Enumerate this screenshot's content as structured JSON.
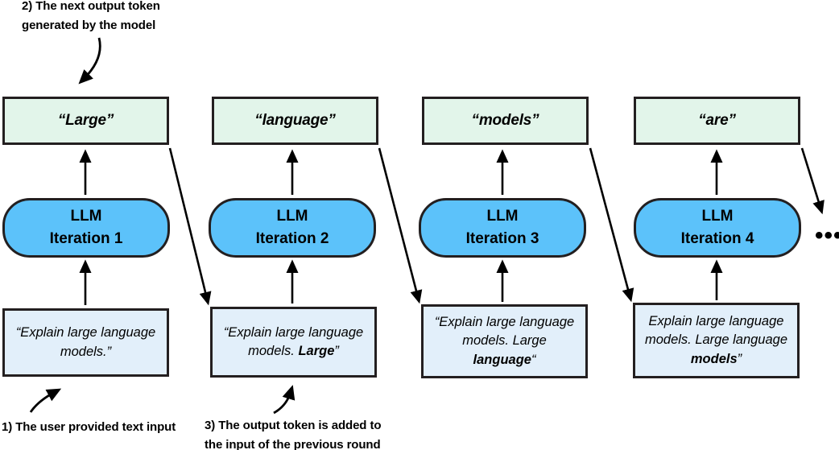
{
  "diagram": {
    "title_not_shown": "",
    "colors": {
      "token_box_fill": "#e2f5ea",
      "llm_box_fill": "#5cc2fa",
      "input_box_fill": "#e2effa",
      "stroke": "#231f20",
      "text": "#000000"
    },
    "ellipsis": "•••",
    "columns": [
      {
        "token": "“Large”",
        "llm_line1": "LLM",
        "llm_line2": "Iteration 1",
        "input_html": "“Explain large language models.”",
        "input_plain": "“Explain large language models.”"
      },
      {
        "token": "“language”",
        "llm_line1": "LLM",
        "llm_line2": "Iteration 2",
        "input_html": "“Explain large language models. <b>Large</b>”",
        "input_plain": "“Explain large language models. Large”"
      },
      {
        "token": "“models”",
        "llm_line1": "LLM",
        "llm_line2": "Iteration 3",
        "input_html": "“Explain large language models. Large <b>language</b>“",
        "input_plain": "“Explain large language models. Large language“"
      },
      {
        "token": "“are”",
        "llm_line1": "LLM",
        "llm_line2": "Iteration 4",
        "input_html": "Explain large language models. Large language <b>models</b>”",
        "input_plain": "Explain large language models. Large language models”"
      }
    ],
    "notes": {
      "note1": "1) The user provided text input",
      "note2": "2) The next output token\ngenerated by the model",
      "note3": "3) The output token is added to\nthe input of the previous round"
    }
  }
}
